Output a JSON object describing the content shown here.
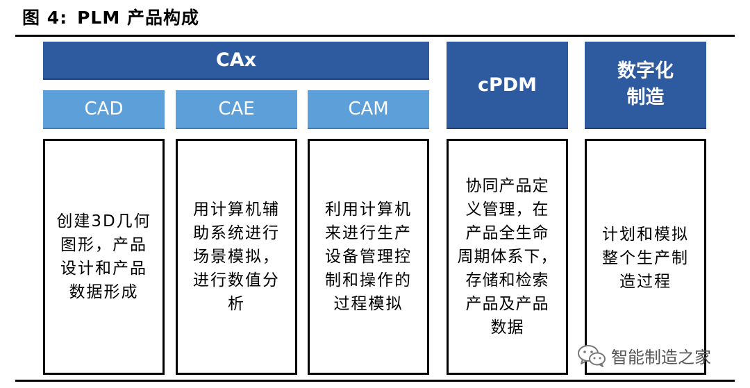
{
  "figure": {
    "label": "图 4:",
    "title": "PLM 产品构成"
  },
  "groups": {
    "cax": "CAx",
    "cpdm": "cPDM",
    "digital_manufacturing": [
      "数字化",
      "制造"
    ]
  },
  "sub_modules": {
    "cad": "CAD",
    "cae": "CAE",
    "cam": "CAM"
  },
  "descriptions": {
    "cad": [
      "创建3D几何",
      "图形，产品",
      "设计和产品",
      "数据形成"
    ],
    "cae": [
      "用计算机辅",
      "助系统进行",
      "场景模拟，",
      "进行数值分",
      "析"
    ],
    "cam": [
      "利用计算机",
      "来进行生产",
      "设备管理控",
      "制和操作的",
      "过程模拟"
    ],
    "cpdm": [
      "协同产品定",
      "义管理，在",
      "产品全生命",
      "周期体系下，",
      "存储和检索",
      "产品及产品",
      "数据"
    ],
    "digital_manufacturing": [
      "计划和模拟",
      "整个生产制",
      "造过程"
    ]
  },
  "watermark": {
    "icon": "wechat-icon",
    "text": "智能制造之家"
  },
  "colors": {
    "dark_blue": "#2e5aa0",
    "light_blue": "#5da0d9",
    "border": "#000000"
  }
}
